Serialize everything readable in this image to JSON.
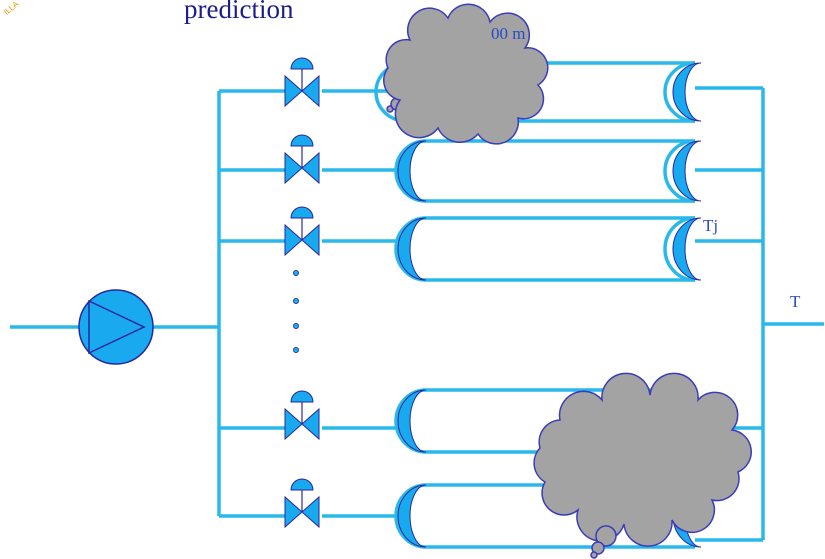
{
  "title": "prediction",
  "labels": {
    "length": "00 m",
    "branch_temp": "Tj",
    "outlet_temp": "T"
  },
  "logo_text": "ILLA",
  "colors": {
    "pipe": "#29b8ea",
    "component_fill": "#19a9ef",
    "outline": "#2727a0",
    "cloud_fill": "#a3a3a3",
    "cloud_outline": "#3b3bbc",
    "label": "#2a49c8",
    "title": "#1c1c8c",
    "logo": "#e8a000"
  },
  "icons": [
    "pump-icon",
    "valve-icon",
    "thought-cloud-icon",
    "hairpin-bend-icon"
  ]
}
